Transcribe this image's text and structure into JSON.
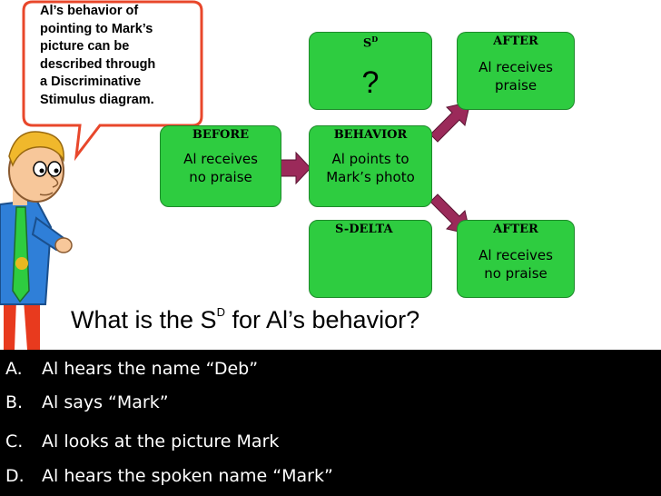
{
  "bubble": {
    "lines": [
      "Al’s behavior of",
      "pointing to Mark’s",
      "picture can be",
      "described through",
      "a Discriminative",
      "Stimulus diagram."
    ]
  },
  "boxes": {
    "sd": {
      "title_main": "S",
      "title_sup": "D",
      "text": "?"
    },
    "after_top": {
      "title": "AFTER",
      "text_lines": [
        "Al receives",
        "praise"
      ]
    },
    "before": {
      "title": "BEFORE",
      "text_lines": [
        "Al receives",
        "no praise"
      ]
    },
    "behavior": {
      "title": "BEHAVIOR",
      "text_lines": [
        "Al points to",
        "Mark’s photo"
      ]
    },
    "sdelta": {
      "title": "S-DELTA"
    },
    "after_bottom": {
      "title": "AFTER",
      "text_lines": [
        "Al receives",
        "no praise"
      ]
    }
  },
  "question": {
    "prefix": "What is the S",
    "sup": "D",
    "suffix": " for Al’s behavior?"
  },
  "answers": [
    {
      "letter": "A.",
      "text": "Al hears the name “Deb”"
    },
    {
      "letter": "B.",
      "text": "Al says “Mark”"
    },
    {
      "letter": "C.",
      "text": "Al looks at the picture Mark"
    },
    {
      "letter": "D.",
      "text": "Al hears the spoken name “Mark”"
    }
  ],
  "colors": {
    "box_fill": "#2ecc40",
    "arrow_fill": "#9b2a5a",
    "bubble_border": "#e8472b",
    "answers_bg": "#000000"
  }
}
